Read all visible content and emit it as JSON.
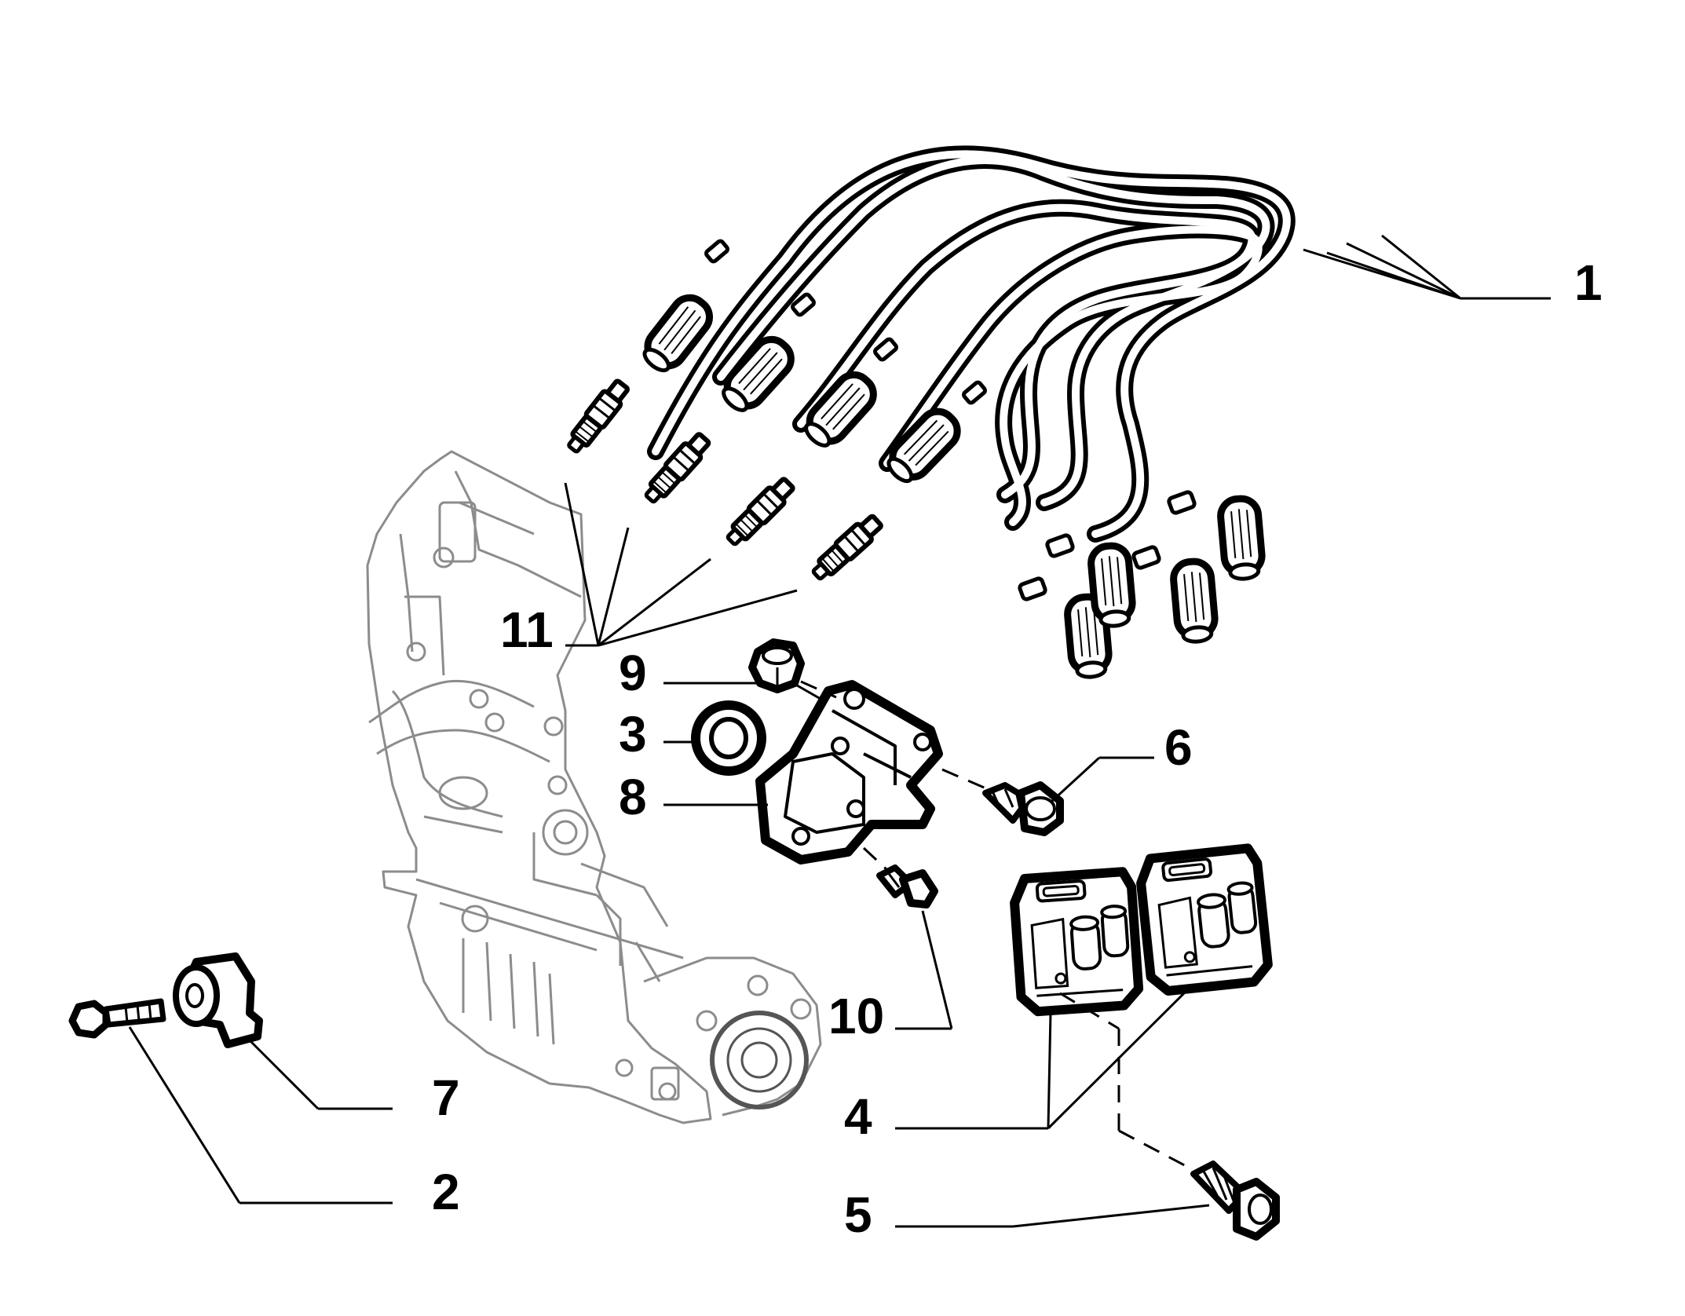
{
  "diagram": {
    "type": "exploded parts diagram",
    "line_color": "#000000",
    "ghost_color": "#9a9a9a",
    "background": "#ffffff",
    "callouts": [
      {
        "id": "c1",
        "label": "1",
        "part": "ignition-cable-set"
      },
      {
        "id": "c2",
        "label": "2",
        "part": "sensor-bolt"
      },
      {
        "id": "c3",
        "label": "3",
        "part": "o-ring"
      },
      {
        "id": "c4",
        "label": "4",
        "part": "ignition-coil"
      },
      {
        "id": "c5",
        "label": "5",
        "part": "coil-bolt"
      },
      {
        "id": "c6",
        "label": "6",
        "part": "flange-bolt"
      },
      {
        "id": "c7",
        "label": "7",
        "part": "knock-sensor"
      },
      {
        "id": "c8",
        "label": "8",
        "part": "coil-bracket"
      },
      {
        "id": "c9",
        "label": "9",
        "part": "nut"
      },
      {
        "id": "c10",
        "label": "10",
        "part": "bracket-bolt"
      },
      {
        "id": "c11",
        "label": "11",
        "part": "spark-plug"
      }
    ]
  }
}
